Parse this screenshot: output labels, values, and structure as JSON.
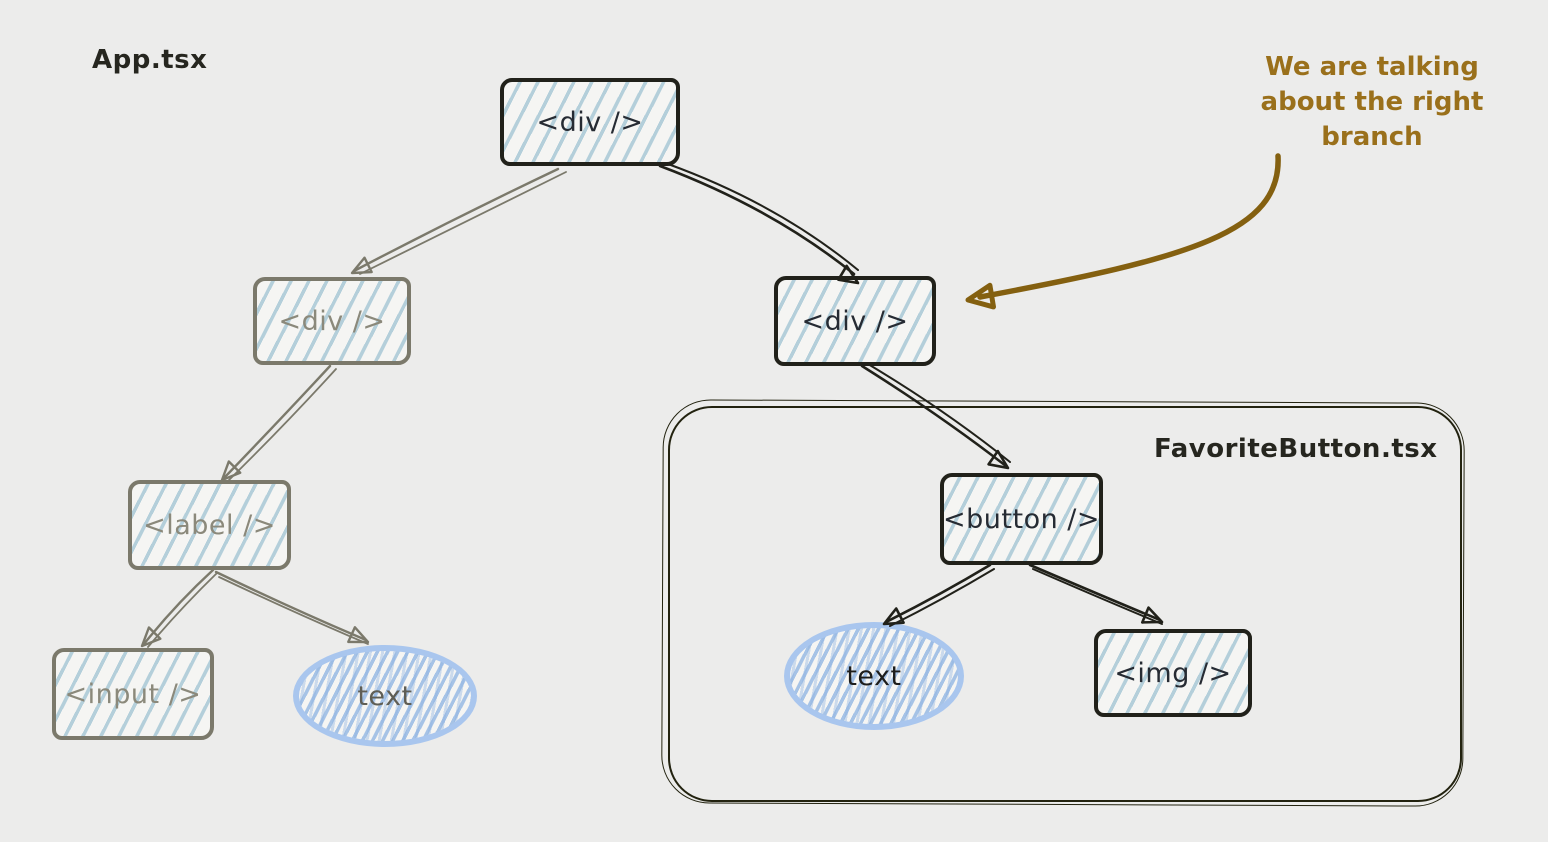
{
  "colors": {
    "canvas-bg": "#ececeb",
    "ink-black": "#21211a",
    "ink-gray": "#7b796b",
    "text-gray": "#8b897b",
    "node-fill": "#f5f5f3",
    "hachure-blue": "#a8c8d6",
    "ellipse-blue": "#a9c6ee",
    "ellipse-hachure": "#8cb2e2",
    "annotation-brown": "#9a701b",
    "arrow-brown": "#846010"
  },
  "labels": {
    "app_file": "App.tsx",
    "favorite_button_file": "FavoriteButton.tsx",
    "annotation": "We are talking about the right branch"
  },
  "tree": {
    "root": {
      "label": "<div />"
    },
    "left_branch": {
      "div": {
        "label": "<div />"
      },
      "label_el": {
        "label": "<label />"
      },
      "input_el": {
        "label": "<input />"
      },
      "text_node": {
        "label": "text"
      }
    },
    "right_branch": {
      "div": {
        "label": "<div />"
      },
      "button_el": {
        "label": "<button />"
      },
      "text_node": {
        "label": "text"
      },
      "img_el": {
        "label": "<img />"
      }
    }
  }
}
